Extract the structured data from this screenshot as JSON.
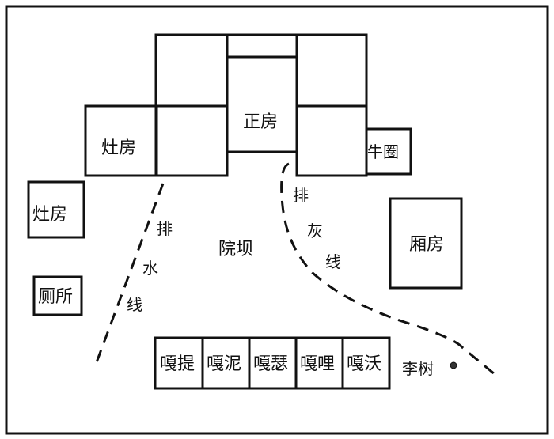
{
  "rooms": {
    "kitchen_main": "灶房",
    "main_house": "正房",
    "cattle_pen": "牛圈",
    "kitchen_side": "灶房",
    "toilet": "厕所",
    "wing_room": "厢房",
    "courtyard": "院坝"
  },
  "bottom_row": [
    "嘎提",
    "嘎泥",
    "嘎瑟",
    "嘎哩",
    "嘎沃"
  ],
  "drain_water": [
    "排",
    "水",
    "线"
  ],
  "drain_ash": [
    "排",
    "灰",
    "线"
  ],
  "tree": "李树"
}
